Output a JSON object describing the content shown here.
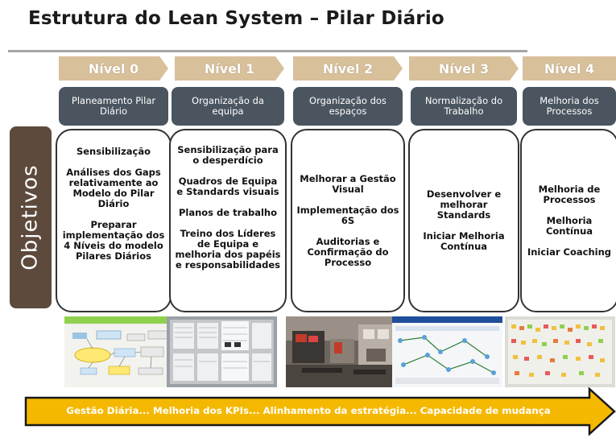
{
  "title": "Estrutura do Lean System – Pilar Diário",
  "objetivos_label": "Objetivos",
  "levels": [
    {
      "tab": "Nível 0",
      "header": "Planeamento Pilar Diário",
      "items": [
        "Sensibilização",
        "Análises dos Gaps relativamente ao Modelo do Pilar Diário",
        "Preparar implementação dos 4 Níveis do modelo Pilares Diários"
      ]
    },
    {
      "tab": "Nível 1",
      "header": "Organização da equipa",
      "items": [
        "Sensibilização para o desperdício",
        "Quadros de Equipa e Standards visuais",
        "Planos de trabalho",
        "Treino dos Líderes de Equipa e melhoria dos papéis e responsabilidades"
      ]
    },
    {
      "tab": "Nível 2",
      "header": "Organização dos espaços",
      "items": [
        "Melhorar a Gestão Visual",
        "Implementação dos 6S",
        "Auditorias e Confirmação do Processo"
      ]
    },
    {
      "tab": "Nível 3",
      "header": "Normalização do Trabalho",
      "items": [
        "Desenvolver e melhorar Standards",
        "Iniciar Melhoria Contínua"
      ]
    },
    {
      "tab": "Nível 4",
      "header": "Melhoria dos Processos",
      "items": [
        "Melhoria de Processos",
        "Melhoria Contínua",
        "Iniciar Coaching"
      ]
    }
  ],
  "bottom_arrow": "Gestão Diária... Melhoria dos KPIs... Alinhamento da estratégia... Capacidade de mudança",
  "colors": {
    "tab": "#d8c09b",
    "header": "#4a5560",
    "objetivos": "#5d4a3c",
    "arrow": "#f5b800"
  }
}
